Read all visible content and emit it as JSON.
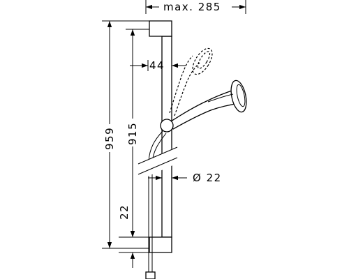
{
  "dimensions": {
    "width_max": "max. 285",
    "overall_height": "959",
    "rail_height": "915",
    "clearance": "22",
    "holder_offset": "44",
    "rail_diameter": "Ø 22"
  }
}
